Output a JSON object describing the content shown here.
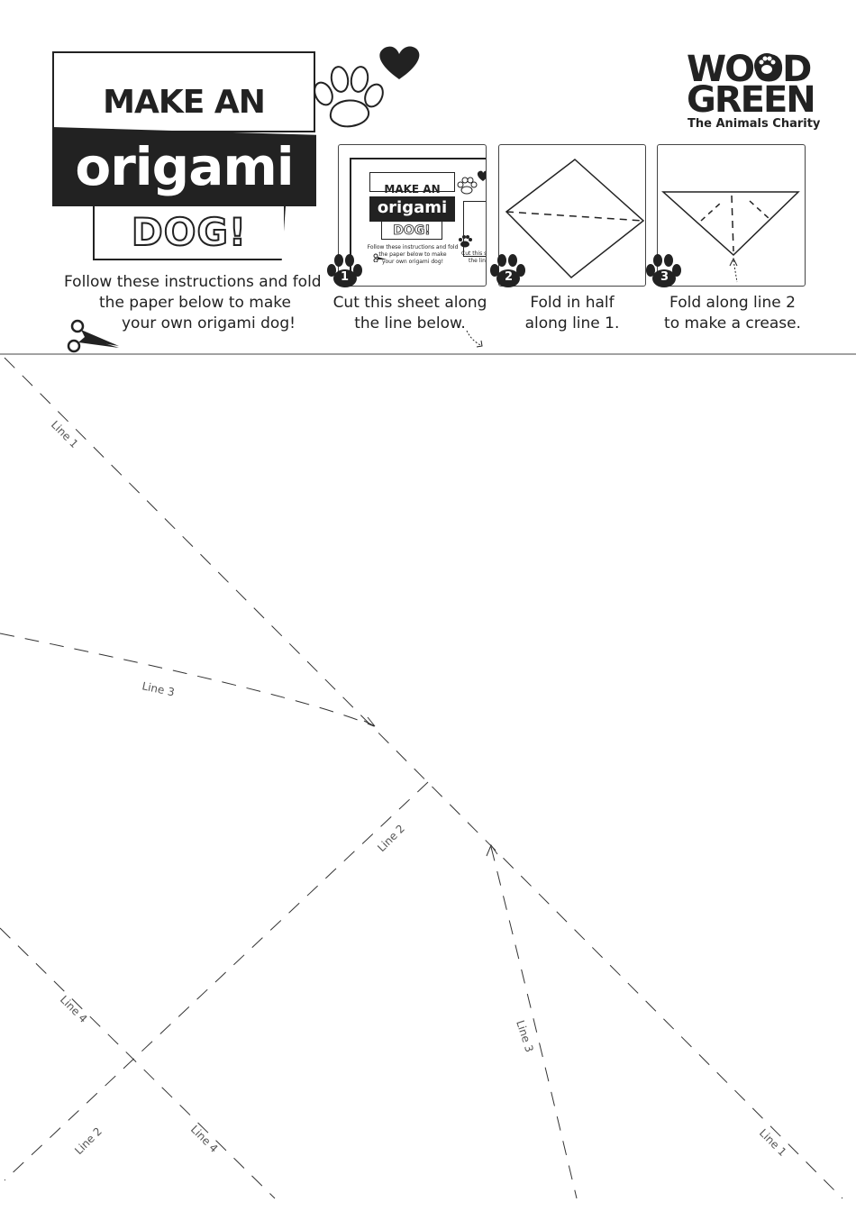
{
  "title": {
    "line1": "MAKE AN",
    "line2": "origami",
    "line3": "DOG!"
  },
  "intro": {
    "line1": "Follow these instructions and fold",
    "line2": "the paper below to make",
    "line3": "your own origami dog!"
  },
  "logo": {
    "line1": "WOOD",
    "line2": "GREEN",
    "tagline": "The Animals Charity"
  },
  "steps": [
    {
      "number": "1",
      "caption_line1": "Cut this sheet along",
      "caption_line2": "the line below."
    },
    {
      "number": "2",
      "caption_line1": "Fold in half",
      "caption_line2": "along line 1."
    },
    {
      "number": "3",
      "caption_line1": "Fold along line 2",
      "caption_line2": "to make a crease."
    }
  ],
  "thumbnail": {
    "line1": "MAKE AN",
    "line2": "origami",
    "line3": "DOG!",
    "text1": "Follow these instructions and fold",
    "text2": "the paper below to make",
    "text3": "your own origami dog!",
    "text4": "Cut this sh",
    "text5": "the line"
  },
  "fold_labels": {
    "line1_top": "Line 1",
    "line1_bottom": "Line 1",
    "line2_mid": "Line 2",
    "line2_bottom": "Line 2",
    "line3_left": "Line 3",
    "line3_right": "Line 3",
    "line4_left": "Line 4",
    "line4_bottom": "Line 4"
  },
  "colors": {
    "ink": "#222222",
    "paper": "#ffffff",
    "line": "#555555"
  }
}
